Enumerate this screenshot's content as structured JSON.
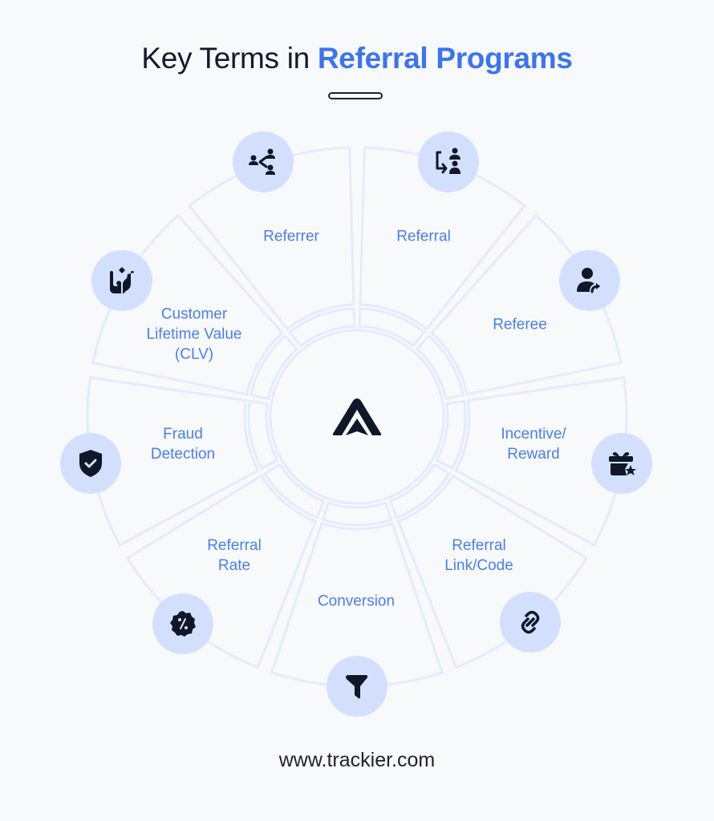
{
  "title": {
    "prefix": "Key Terms in ",
    "highlight": "Referral Programs"
  },
  "colors": {
    "title_dark": "#111a2e",
    "accent_blue": "#3c74f0",
    "label_blue": "#4a7ef0",
    "icon_circle_bg": "#d3e0fd",
    "icon_fill": "#0f1729",
    "wheel_lines": "#e3ebfd",
    "background": "#f8f9fa"
  },
  "center_logo": "trackier-logo-icon",
  "terms": [
    {
      "label": "Referrer",
      "icon": "share-users-icon"
    },
    {
      "label": "Referral",
      "icon": "refer-users-icon"
    },
    {
      "label": "Referee",
      "icon": "user-forward-icon"
    },
    {
      "label": "Incentive/\nReward",
      "icon": "gift-star-icon"
    },
    {
      "label": "Referral\nLink/Code",
      "icon": "link-icon"
    },
    {
      "label": "Conversion",
      "icon": "funnel-icon"
    },
    {
      "label": "Referral\nRate",
      "icon": "percent-badge-icon"
    },
    {
      "label": "Fraud\nDetection",
      "icon": "shield-check-icon"
    },
    {
      "label": "Customer\nLifetime Value\n(CLV)",
      "icon": "hands-value-icon"
    }
  ],
  "footer": {
    "url": "www.trackier.com"
  }
}
